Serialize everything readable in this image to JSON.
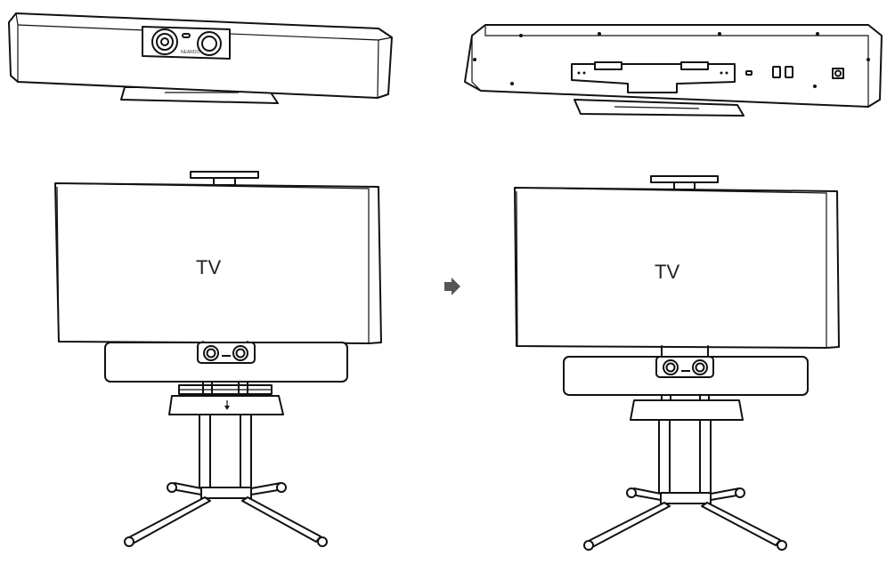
{
  "labels": {
    "tv_left": "TV",
    "tv_right": "TV",
    "brand": "NEARDO"
  },
  "colors": {
    "line": "#111111",
    "arrow": "#555555",
    "background": "#ffffff"
  },
  "icons": {
    "step_arrow": "arrow-right-icon",
    "down_arrow": "arrow-down-icon"
  }
}
